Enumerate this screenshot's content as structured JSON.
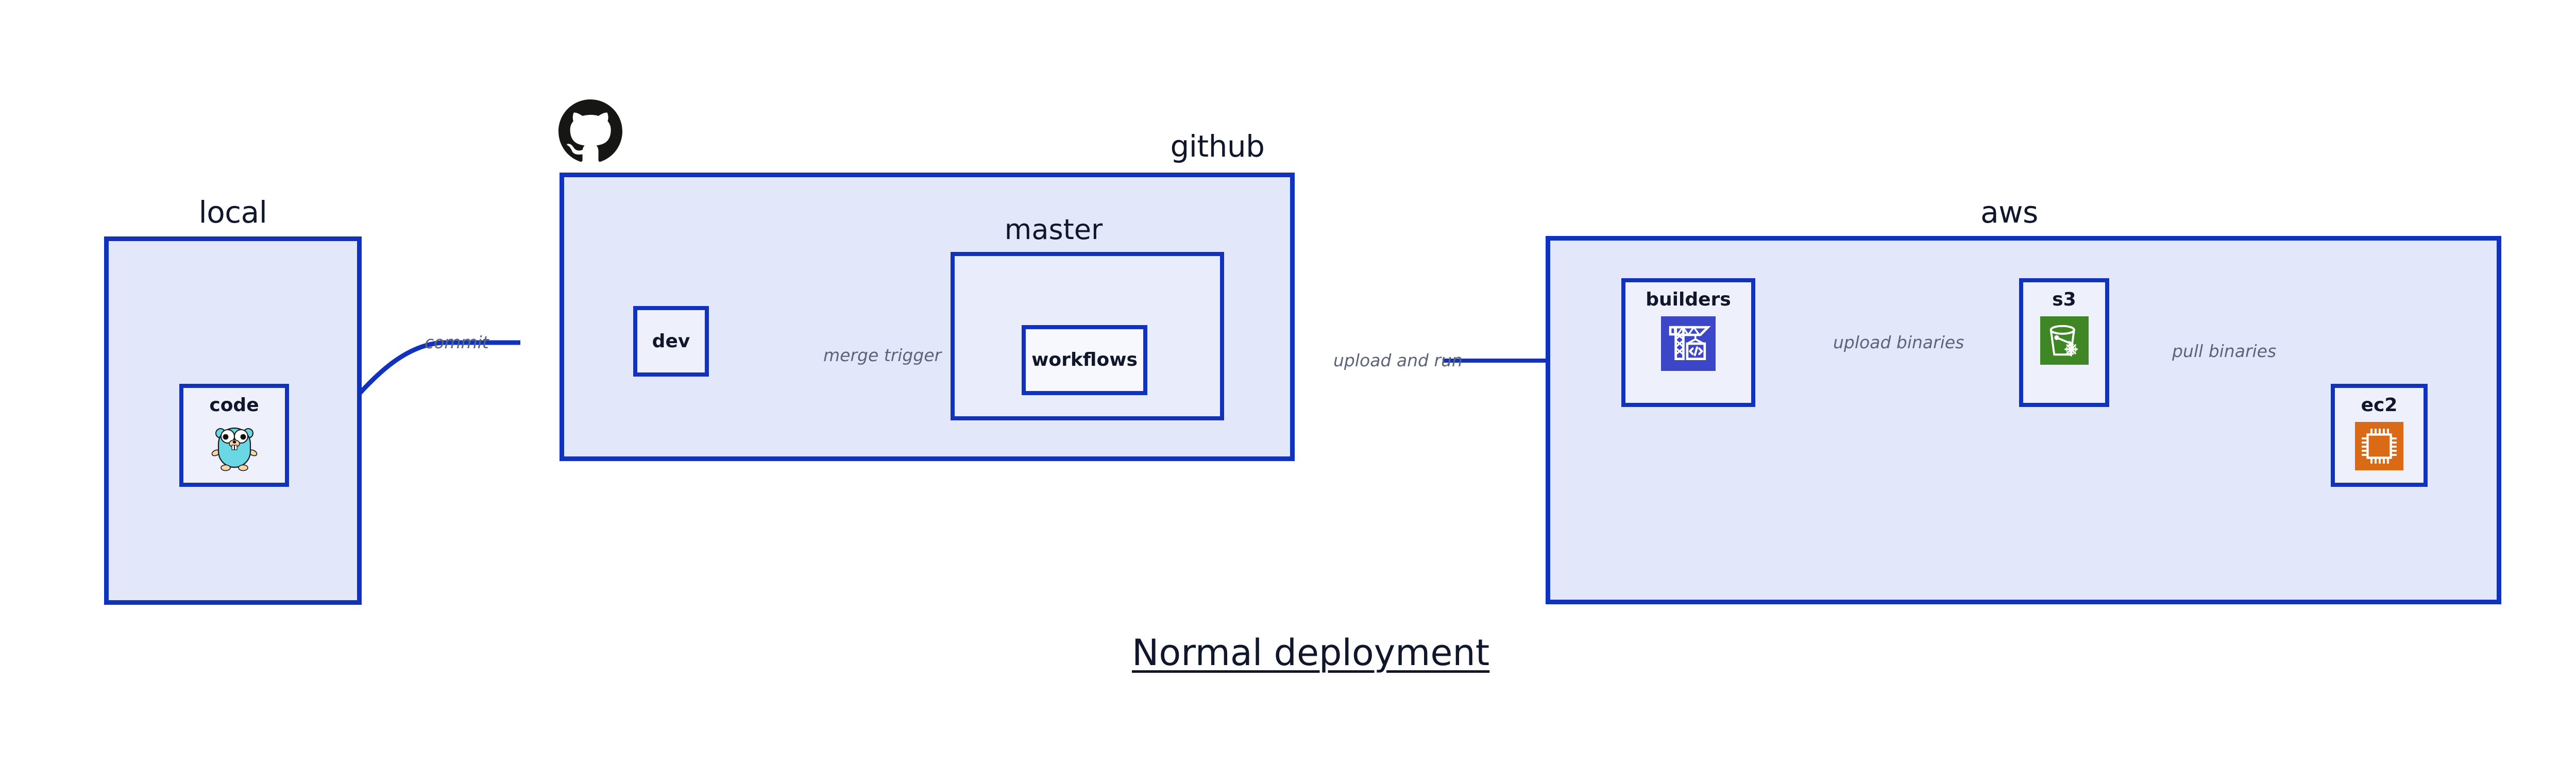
{
  "diagram": {
    "title": "Normal deployment",
    "groups": [
      {
        "id": "local",
        "label": "local"
      },
      {
        "id": "github",
        "label": "github"
      },
      {
        "id": "aws",
        "label": "aws"
      }
    ],
    "subgroups": [
      {
        "id": "master",
        "label": "master",
        "parent": "github"
      }
    ],
    "nodes": [
      {
        "id": "code",
        "label": "code",
        "group": "local",
        "icon": "go-gopher-icon"
      },
      {
        "id": "dev",
        "label": "dev",
        "group": "github",
        "icon": "none"
      },
      {
        "id": "workflows",
        "label": "workflows",
        "group": "master",
        "icon": "none"
      },
      {
        "id": "builders",
        "label": "builders",
        "group": "aws",
        "icon": "aws-codebuild-crane-icon"
      },
      {
        "id": "s3",
        "label": "s3",
        "group": "aws",
        "icon": "aws-s3-glacier-bucket-icon"
      },
      {
        "id": "ec2",
        "label": "ec2",
        "group": "aws",
        "icon": "aws-ec2-chip-icon"
      }
    ],
    "edges": [
      {
        "id": "commit",
        "label": "commit",
        "from": "code",
        "to": "dev"
      },
      {
        "id": "merge-trigger",
        "label": "merge trigger",
        "from": "dev",
        "to": "workflows"
      },
      {
        "id": "upload-and-run",
        "label": "upload and run",
        "from": "workflows",
        "to": "builders"
      },
      {
        "id": "upload-binaries",
        "label": "upload binaries",
        "from": "builders",
        "to": "s3"
      },
      {
        "id": "pull-binaries",
        "label": "pull binaries",
        "from": "s3",
        "to": "ec2"
      }
    ],
    "logos": [
      {
        "id": "github-logo",
        "icon": "github-octocat-icon",
        "near": "github"
      }
    ],
    "colors": {
      "border_blue": "#1132bd",
      "group_fill": "#e2e7f9",
      "sub_fill": "#e9edfb",
      "node_fill": "#eef1fc",
      "node_fill_white": "#f7f8fd",
      "edge_label_gray": "#5c647a",
      "text_dark": "#10162c",
      "codebuild_blue": "#3c46c8",
      "s3_green": "#3f8624",
      "ec2_orange": "#db6a16",
      "gopher_cyan": "#6ad7e5",
      "octocat_black": "#161614",
      "background": "#ffffff"
    }
  }
}
